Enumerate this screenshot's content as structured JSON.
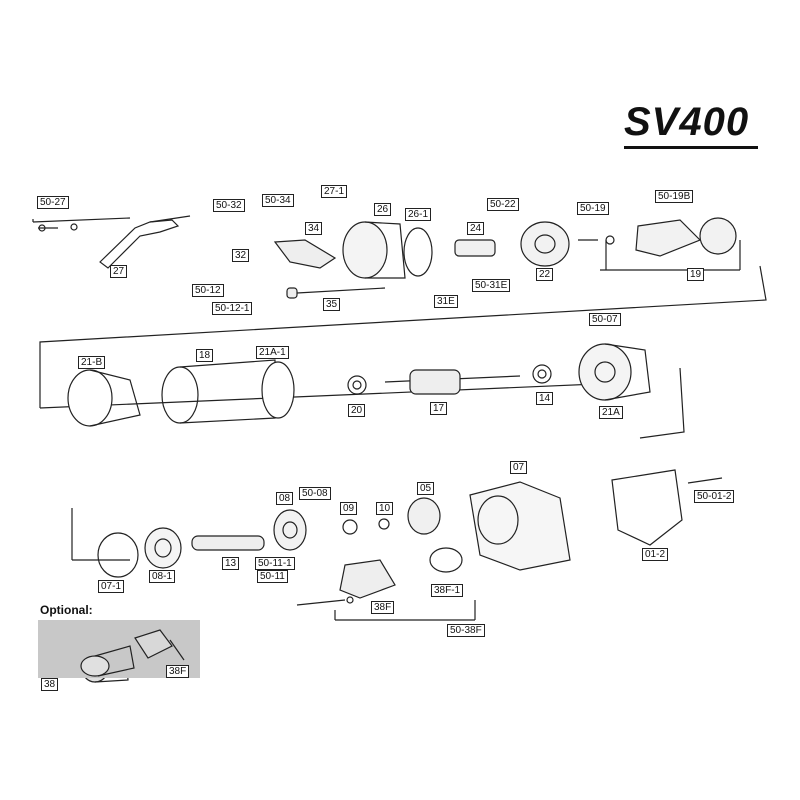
{
  "title": "SV400",
  "optional_label": "Optional:",
  "labels": {
    "p50_27": "50-27",
    "p27": "27",
    "p50_32": "50-32",
    "p50_34": "50-34",
    "p27_1": "27-1",
    "p26": "26",
    "p26_1": "26-1",
    "p34": "34",
    "p32": "32",
    "p50_12": "50-12",
    "p50_12_1": "50-12-1",
    "p35": "35",
    "p24": "24",
    "p31E": "31E",
    "p50_22": "50-22",
    "p50_31E": "50-31E",
    "p22": "22",
    "p50_19": "50-19",
    "p50_19B": "50-19B",
    "p19": "19",
    "p21B": "21-B",
    "p18": "18",
    "p21A_1": "21A-1",
    "p20": "20",
    "p17": "17",
    "p14": "14",
    "p50_07": "50-07",
    "p21A": "21A",
    "p07": "07",
    "p50_01_2": "50-01-2",
    "p08": "08",
    "p50_08": "50-08",
    "p09": "09",
    "p10": "10",
    "p05": "05",
    "p07_1": "07-1",
    "p08_1": "08-1",
    "p13": "13",
    "p50_11_1": "50-11-1",
    "p50_11": "50-11",
    "p38F": "38F",
    "p38F_1": "38F-1",
    "p01_2": "01-2",
    "p50_38F": "50-38F",
    "p38": "38",
    "p38F_opt": "38F"
  }
}
